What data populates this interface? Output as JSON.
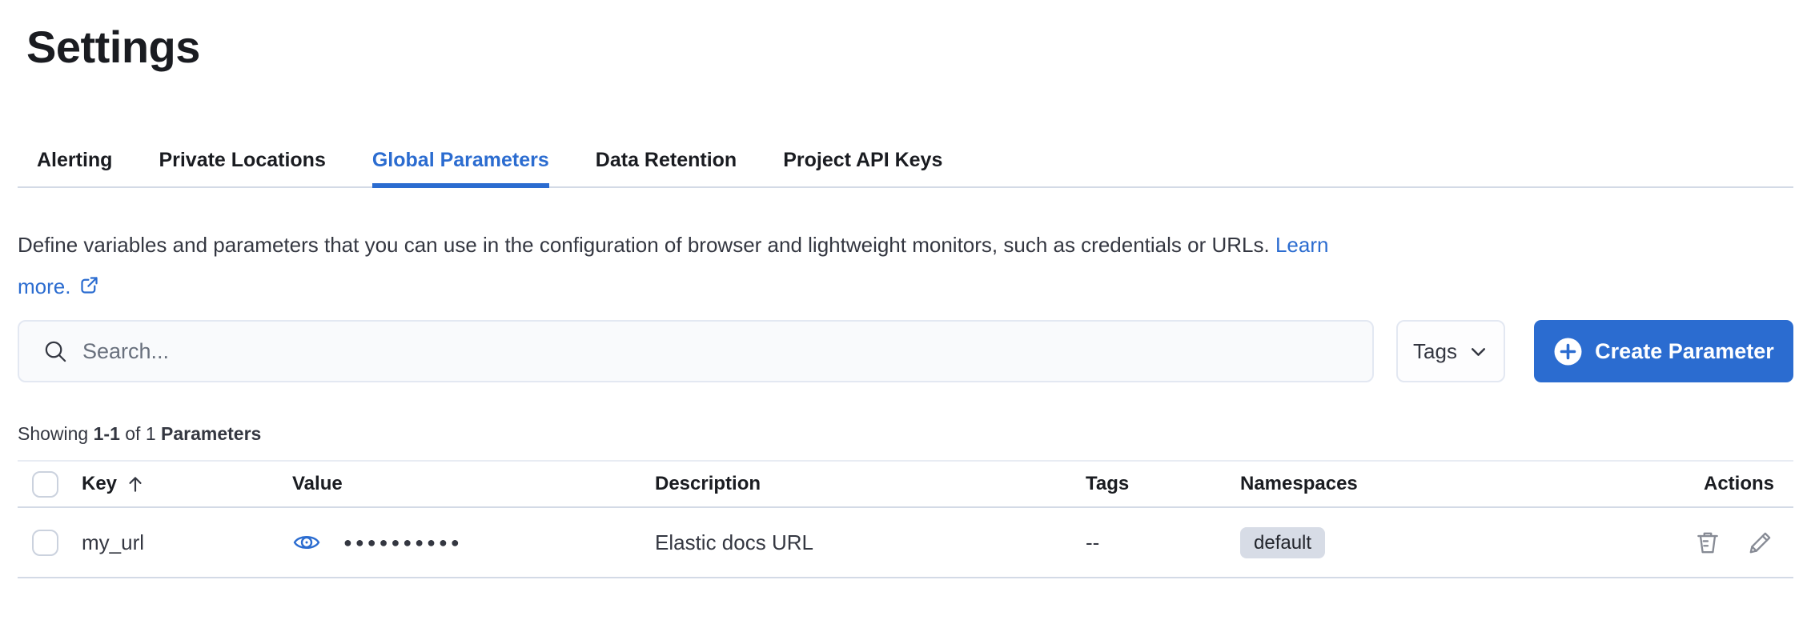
{
  "page": {
    "title": "Settings"
  },
  "tabs": [
    {
      "label": "Alerting",
      "active": false
    },
    {
      "label": "Private Locations",
      "active": false
    },
    {
      "label": "Global Parameters",
      "active": true
    },
    {
      "label": "Data Retention",
      "active": false
    },
    {
      "label": "Project API Keys",
      "active": false
    }
  ],
  "description": {
    "text": "Define variables and parameters that you can use in the configuration of browser and lightweight monitors, such as credentials or URLs.",
    "link_line1": "Learn",
    "link_line2": "more."
  },
  "toolbar": {
    "search_placeholder": "Search...",
    "tags_button_label": "Tags",
    "create_button_label": "Create Parameter"
  },
  "summary": {
    "showing": "Showing",
    "range": "1-1",
    "of": "of 1",
    "entity": "Parameters"
  },
  "table": {
    "columns": {
      "key": "Key",
      "value": "Value",
      "description": "Description",
      "tags": "Tags",
      "namespaces": "Namespaces",
      "actions": "Actions"
    },
    "rows": [
      {
        "key": "my_url",
        "value_mask": "●●●●●●●●●●",
        "description": "Elastic docs URL",
        "tags": "--",
        "namespace": "default"
      }
    ]
  },
  "icons": {
    "search": "search-icon",
    "external_link": "external-link-icon",
    "chevron_down": "chevron-down-icon",
    "plus_in_circle": "plus-in-circle-icon",
    "sort_up": "sort-ascending-icon",
    "eye": "eye-icon",
    "trash": "trash-icon",
    "pencil": "pencil-icon"
  },
  "colors": {
    "accent_blue": "#2b6cd0",
    "title_text": "#1a1c21",
    "body_text": "#343741",
    "divider": "#d3dae6",
    "badge_bg": "#d7dce6",
    "field_bg": "#f9fafc",
    "field_border": "#e3e8f2",
    "action_icon_gray": "#878b95"
  }
}
